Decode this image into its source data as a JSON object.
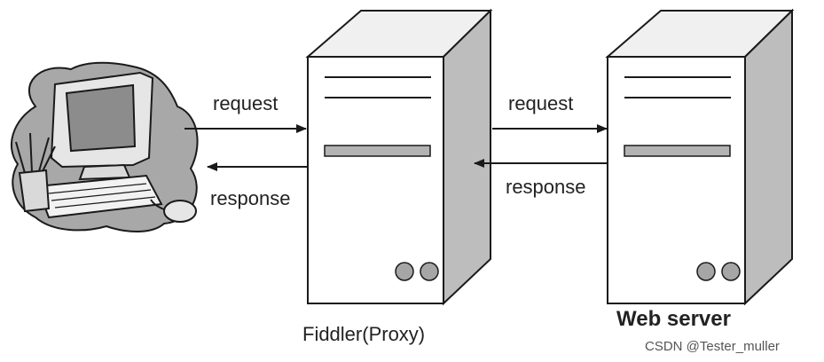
{
  "colors": {
    "line": "#1a1a1a",
    "server_front": "#ffffff",
    "server_top": "#f0f0f0",
    "server_side": "#bdbdbd",
    "bar_fill": "#b3b3b3",
    "button_fill": "#a6a6a6",
    "cloud_fill": "#a8a8a8",
    "monitor_screen": "#8c8c8c",
    "text": "#222222"
  },
  "nodes": {
    "client": {
      "icon": "computer-icon"
    },
    "proxy": {
      "icon": "server-tower-icon",
      "label": "Fiddler(Proxy)"
    },
    "server": {
      "icon": "server-tower-icon",
      "label": "Web server"
    }
  },
  "edges": [
    {
      "from": "client",
      "to": "proxy",
      "label": "request"
    },
    {
      "from": "proxy",
      "to": "client",
      "label": "response"
    },
    {
      "from": "proxy",
      "to": "server",
      "label": "request"
    },
    {
      "from": "server",
      "to": "proxy",
      "label": "response"
    }
  ],
  "watermark": "CSDN @Tester_muller"
}
